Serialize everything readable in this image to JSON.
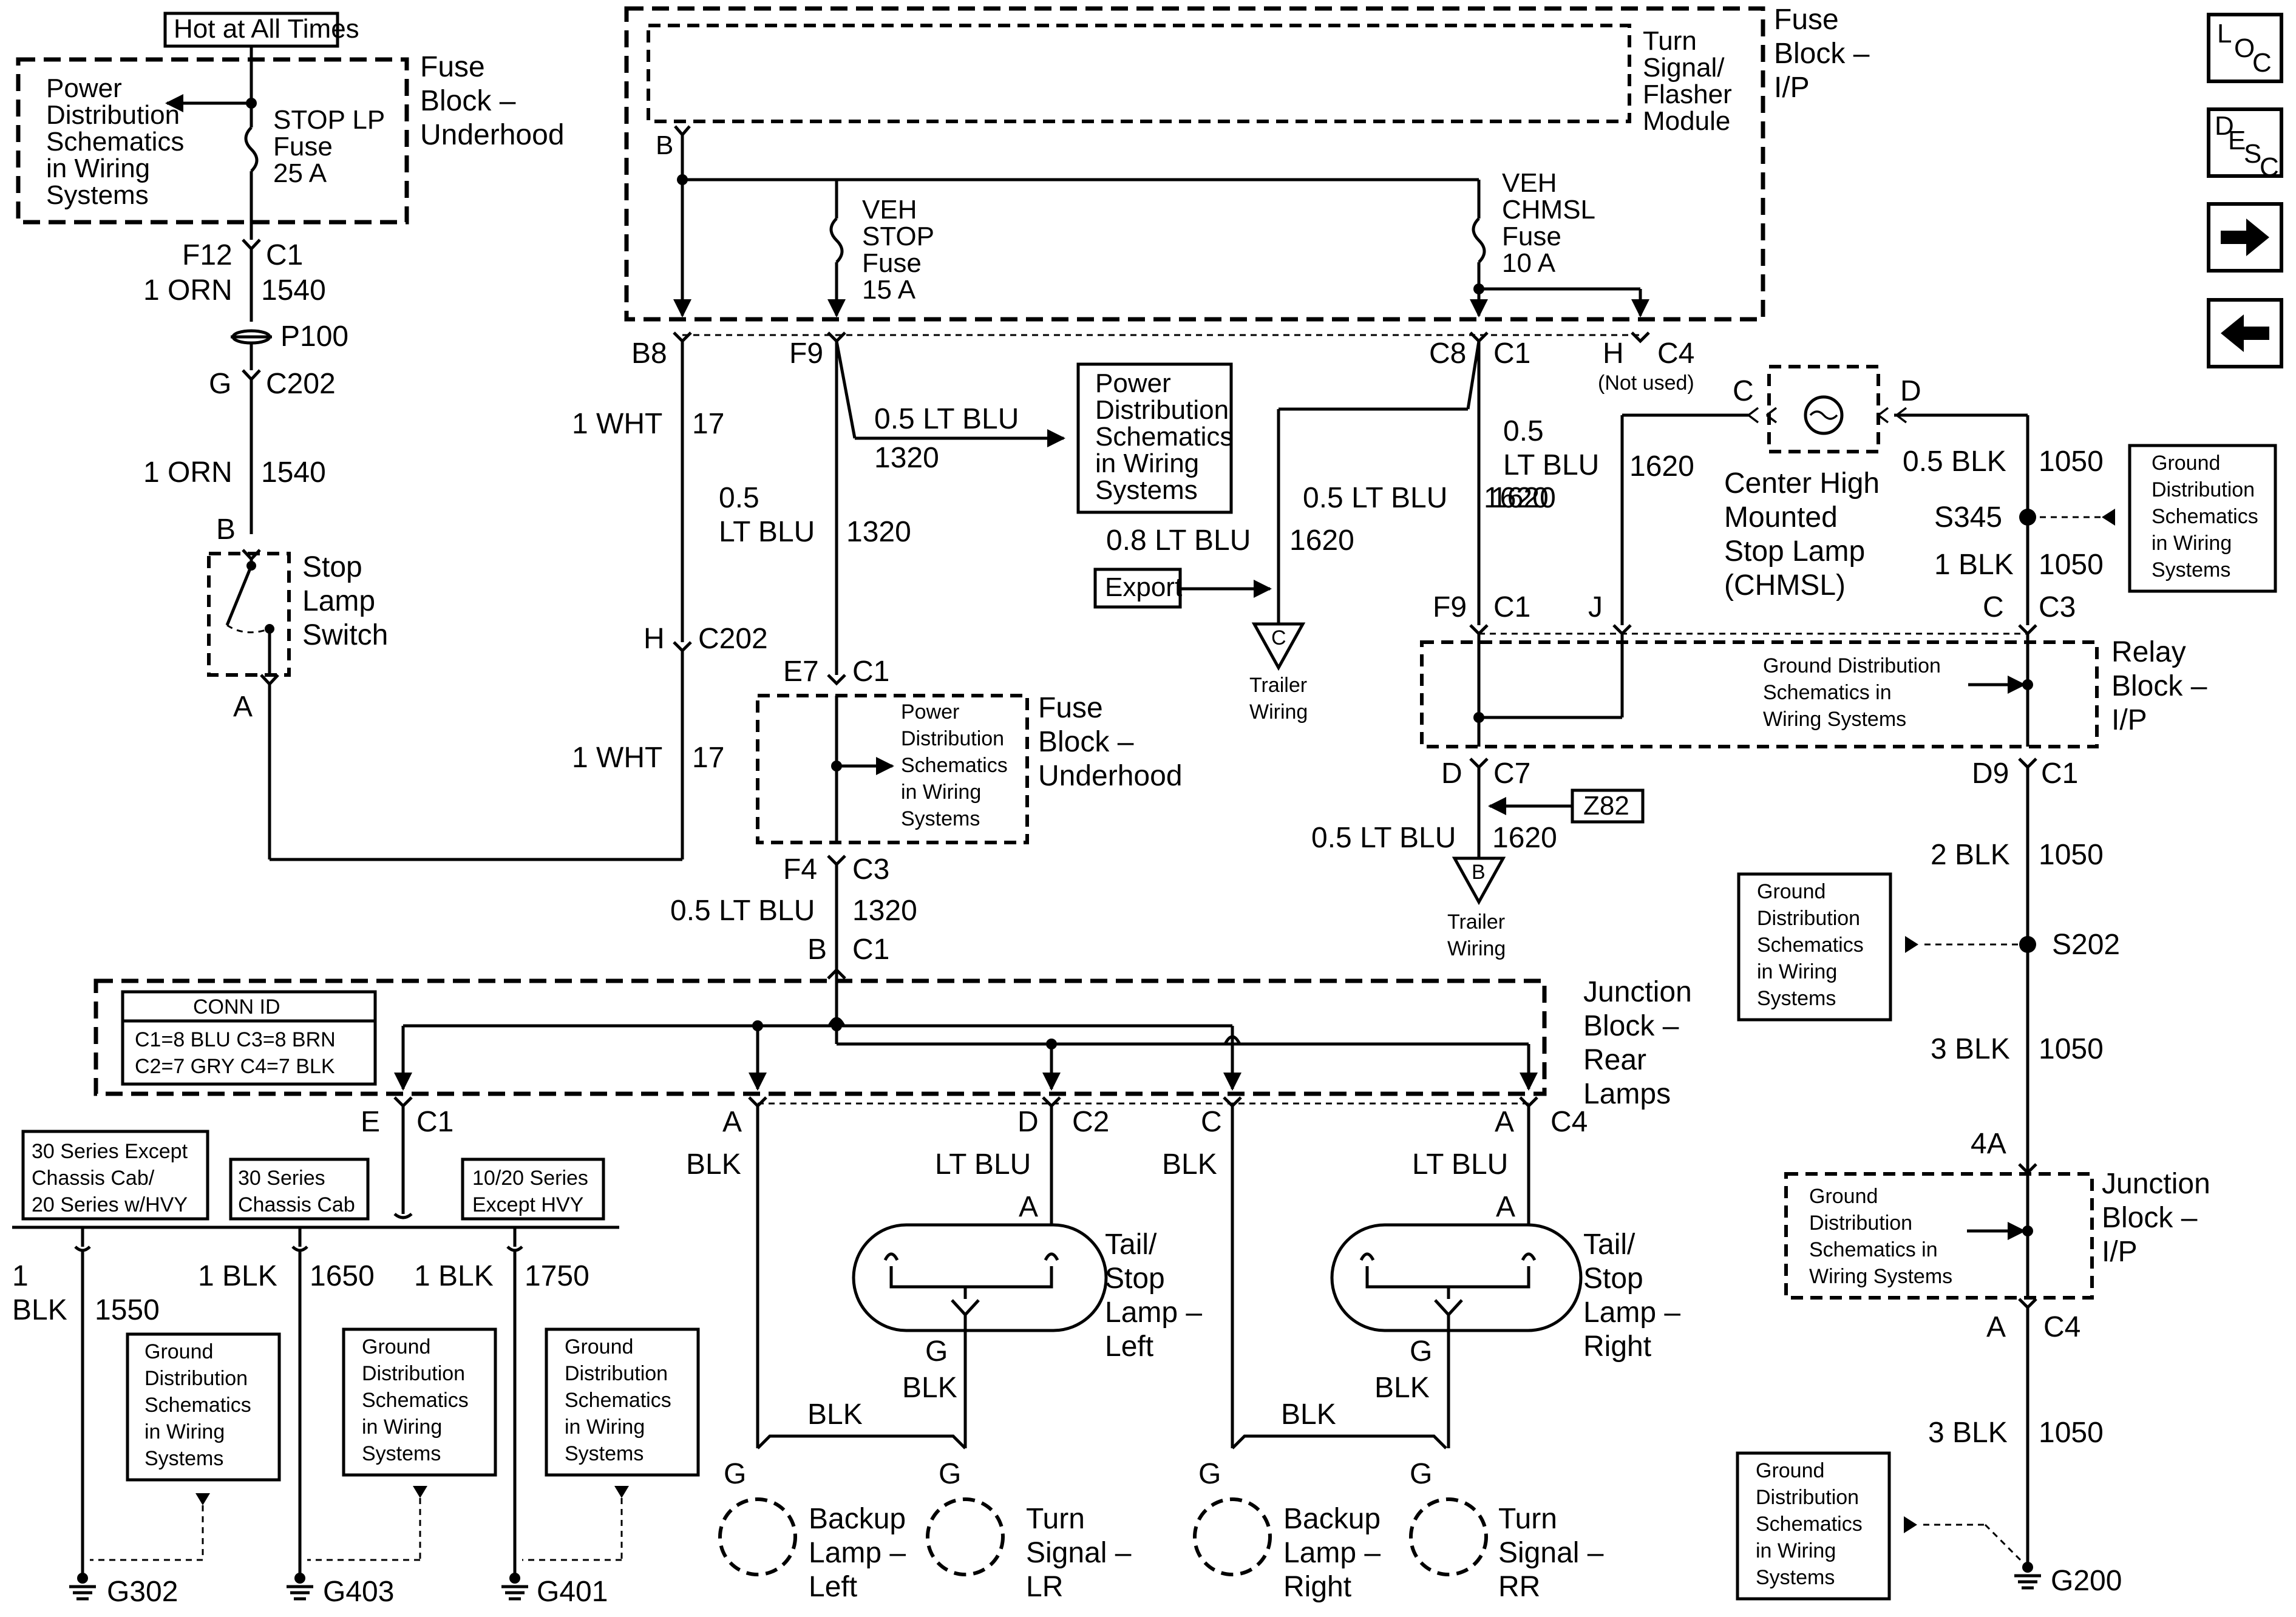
{
  "nav_buttons": {
    "loc": [
      "L",
      "O",
      "C"
    ],
    "desc": [
      "D",
      "E",
      "S",
      "C"
    ]
  },
  "colors": {
    "line": "#000000",
    "background": "#ffffff"
  },
  "top_left": {
    "hot_label": "Hot at All Times",
    "pd_box": [
      "Power",
      "Distribution",
      "Schematics",
      "in Wiring",
      "Systems"
    ],
    "fuse": [
      "STOP LP",
      "Fuse",
      "25 A"
    ],
    "fuse_block": [
      "Fuse",
      "Block –",
      "Underhood"
    ],
    "f12": "F12",
    "c1": "C1",
    "w1a": "1 ORN",
    "w1b": "1540",
    "p100": "P100",
    "g": "G",
    "c202": "C202",
    "w2a": "1 ORN",
    "w2b": "1540",
    "b": "B",
    "switch": [
      "Stop",
      "Lamp",
      "Switch"
    ],
    "a": "A"
  },
  "fuse_ip": {
    "title": [
      "Fuse",
      "Block –",
      "I/P"
    ],
    "module": [
      "Turn",
      "Signal/",
      "Flasher",
      "Module"
    ],
    "b_pin": "B",
    "veh_stop": [
      "VEH",
      "STOP",
      "Fuse",
      "15 A"
    ],
    "veh_chmsl": [
      "VEH",
      "CHMSL",
      "Fuse",
      "10 A"
    ],
    "b8": "B8",
    "f9": "F9",
    "c8": "C8",
    "c1": "C1",
    "h": "H",
    "c4": "C4",
    "not_used": "(Not used)"
  },
  "wht": {
    "w1a": "1 WHT",
    "w1b": "17",
    "h": "H",
    "c202": "C202",
    "w2a": "1 WHT",
    "w2b": "17"
  },
  "ltblu": {
    "w1a": "0.5 LT BLU",
    "w1b": "1320",
    "pd": [
      "Power",
      "Distribution",
      "Schematics",
      "in Wiring",
      "Systems"
    ],
    "w2a": "0.5",
    "w2b": "LT BLU",
    "w2c": "1320",
    "e7": "E7",
    "c1": "C1",
    "uh_pd": [
      "Power",
      "Distribution",
      "Schematics",
      "in Wiring",
      "Systems"
    ],
    "uh_title": [
      "Fuse",
      "Block –",
      "Underhood"
    ],
    "f4": "F4",
    "c3": "C3",
    "w3a": "0.5 LT BLU",
    "w3b": "1320",
    "b": "B",
    "c1b": "C1"
  },
  "trailer": {
    "w1a": "0.8 LT BLU",
    "w1b": "1620",
    "w2a": "0.5 LT BLU",
    "w2b": "1620",
    "export": "Export",
    "c_tri": "C",
    "trailer_label": [
      "Trailer",
      "Wiring"
    ],
    "w3a": "0.5",
    "w3b": "LT BLU",
    "w3c": "1620",
    "f9": "F9",
    "c1": "C1",
    "j": "J",
    "w4": "1620",
    "d": "D",
    "c7": "C7",
    "z82": "Z82",
    "w5a": "0.5 LT BLU",
    "w5b": "1620",
    "b_tri": "B",
    "trailer2": [
      "Trailer",
      "Wiring"
    ]
  },
  "chmsl": {
    "c": "C",
    "d": "D",
    "label": [
      "Center High",
      "Mounted",
      "Stop Lamp",
      "(CHMSL)"
    ],
    "w1a": "0.5 BLK",
    "w1b": "1050",
    "s345": "S345",
    "gd": [
      "Ground",
      "Distribution",
      "Schematics",
      "in Wiring",
      "Systems"
    ],
    "w2a": "1 BLK",
    "w2b": "1050",
    "c2": "C",
    "c3": "C3"
  },
  "relay": {
    "title": [
      "Relay",
      "Block –",
      "I/P"
    ],
    "gd": [
      "Ground Distribution",
      "Schematics in",
      "Wiring Systems"
    ],
    "d9": "D9",
    "c1": "C1",
    "w1a": "2 BLK",
    "w1b": "1050",
    "s202": "S202",
    "gd2": [
      "Ground",
      "Distribution",
      "Schematics",
      "in Wiring",
      "Systems"
    ],
    "w2a": "3 BLK",
    "w2b": "1050",
    "a4": "4A",
    "jb": [
      "Junction",
      "Block –",
      "I/P"
    ],
    "jb_gd": [
      "Ground",
      "Distribution",
      "Schematics in",
      "Wiring Systems"
    ],
    "a": "A",
    "c4": "C4",
    "w3a": "3 BLK",
    "w3b": "1050",
    "gd3": [
      "Ground",
      "Distribution",
      "Schematics",
      "in Wiring",
      "Systems"
    ],
    "g200": "G200"
  },
  "junction_rear": {
    "title": [
      "Junction",
      "Block –",
      "Rear",
      "Lamps"
    ],
    "conn_title": "CONN ID",
    "conn1": "C1=8 BLU   C3=8 BRN",
    "conn2": "C2=7 GRY  C4=7 BLK"
  },
  "bottom_left": {
    "e": "E",
    "c1": "C1",
    "opt1": [
      "30 Series Except",
      "Chassis Cab/",
      "20 Series w/HVY"
    ],
    "opt2": [
      "30 Series",
      "Chassis Cab"
    ],
    "opt3": [
      "10/20 Series",
      "Except HVY"
    ],
    "g1a": "1",
    "g1b": "BLK",
    "g1c": "1550",
    "g2a": "1 BLK",
    "g2b": "1650",
    "g3a": "1 BLK",
    "g3b": "1750",
    "gd": [
      "Ground",
      "Distribution",
      "Schematics",
      "in Wiring",
      "Systems"
    ],
    "g302": "G302",
    "g403": "G403",
    "g401": "G401"
  },
  "rear_lamps": {
    "a": "A",
    "blk": "BLK",
    "d": "D",
    "c2": "C2",
    "ltblu": "LT BLU",
    "a2": "A",
    "c": "C",
    "c4": "C4",
    "tail_left": [
      "Tail/",
      "Stop",
      "Lamp –",
      "Left"
    ],
    "tail_right": [
      "Tail/",
      "Stop",
      "Lamp –",
      "Right"
    ],
    "g": "G",
    "backup_left": [
      "Backup",
      "Lamp –",
      "Left"
    ],
    "turn_lr": [
      "Turn",
      "Signal –",
      "LR"
    ],
    "backup_right": [
      "Backup",
      "Lamp –",
      "Right"
    ],
    "turn_rr": [
      "Turn",
      "Signal –",
      "RR"
    ]
  }
}
